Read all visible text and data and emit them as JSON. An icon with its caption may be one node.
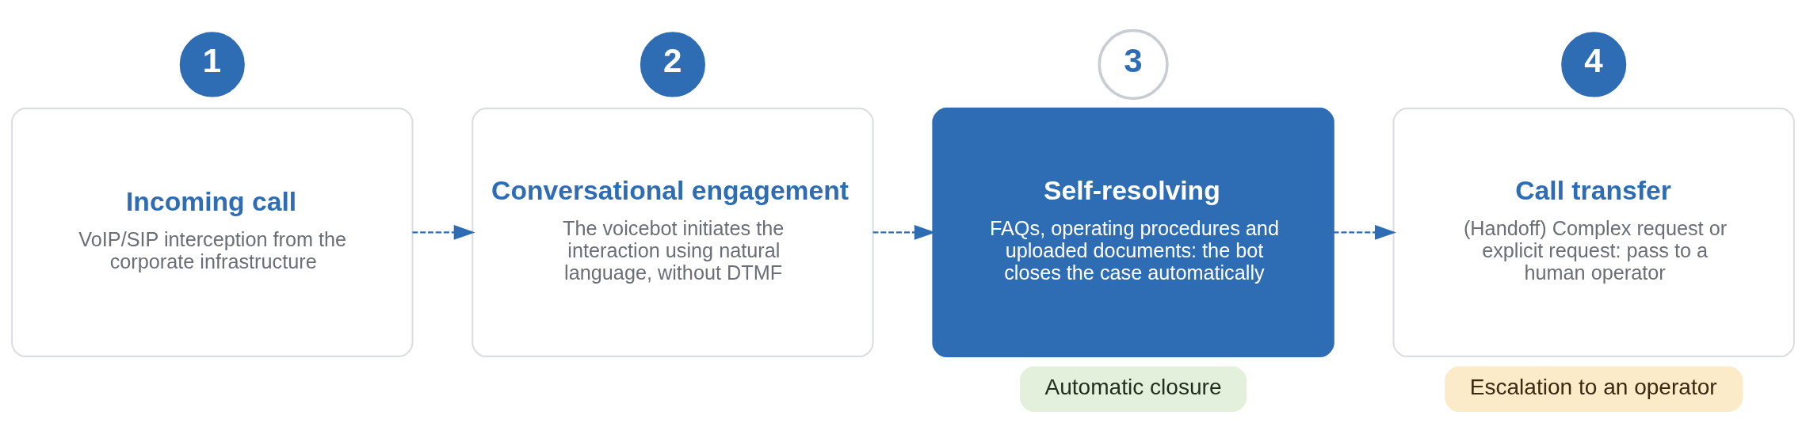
{
  "diagram": {
    "nodes": [
      {
        "text": [
          "1"
        ]
      },
      {
        "text": [
          "Incoming call",
          "VoIP/SIP interception from the corporate infrastructure"
        ]
      },
      {
        "text": [
          "2"
        ]
      },
      {
        "text": [
          "Conversational engagement",
          "The voicebot initiates the interaction using natural language, without DTMF"
        ]
      },
      {
        "text": [
          "3"
        ]
      },
      {
        "text": [
          "Self-resolving",
          "FAQs, operating procedures and uploaded documents: the bot closes the case automatically"
        ]
      },
      {
        "text": [
          "Automatic closure"
        ]
      },
      {
        "text": [
          "4"
        ]
      },
      {
        "text": [
          "Call transfer",
          "(Handoff) Complex request or explicit request: pass to a human operator"
        ]
      },
      {
        "text": [
          "Escalation to an operator"
        ]
      }
    ],
    "edges": [
      {
        "from": 1,
        "to": 3,
        "arrow": "to",
        "style": "dashed"
      },
      {
        "from": 3,
        "to": 5,
        "arrow": "to",
        "style": "dashed"
      },
      {
        "from": 5,
        "to": 8,
        "arrow": "to",
        "style": "dashed"
      }
    ]
  }
}
